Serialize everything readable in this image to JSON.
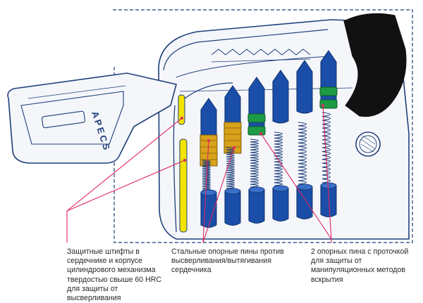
{
  "key": {
    "brand_text": "APECS"
  },
  "captions": [
    "Защитные  штифты в сердечнике и корпусе цилиндрового механизма твердостью свыше 60 HRC для защиты от высверливания",
    "Стальные опорные пины против высверливания/вытягивания сердечника",
    "2 опорных пина с проточкой для защиты от манипуляционных методов вскрытия"
  ],
  "colors": {
    "outline": "#1f3f7a",
    "pin_blue": "#1a4ea8",
    "pin_green": "#1e9a45",
    "pin_gold": "#d9a21b",
    "hardened_pin": "#f2e400",
    "leader": "#e0245e",
    "cam": "#111111"
  }
}
